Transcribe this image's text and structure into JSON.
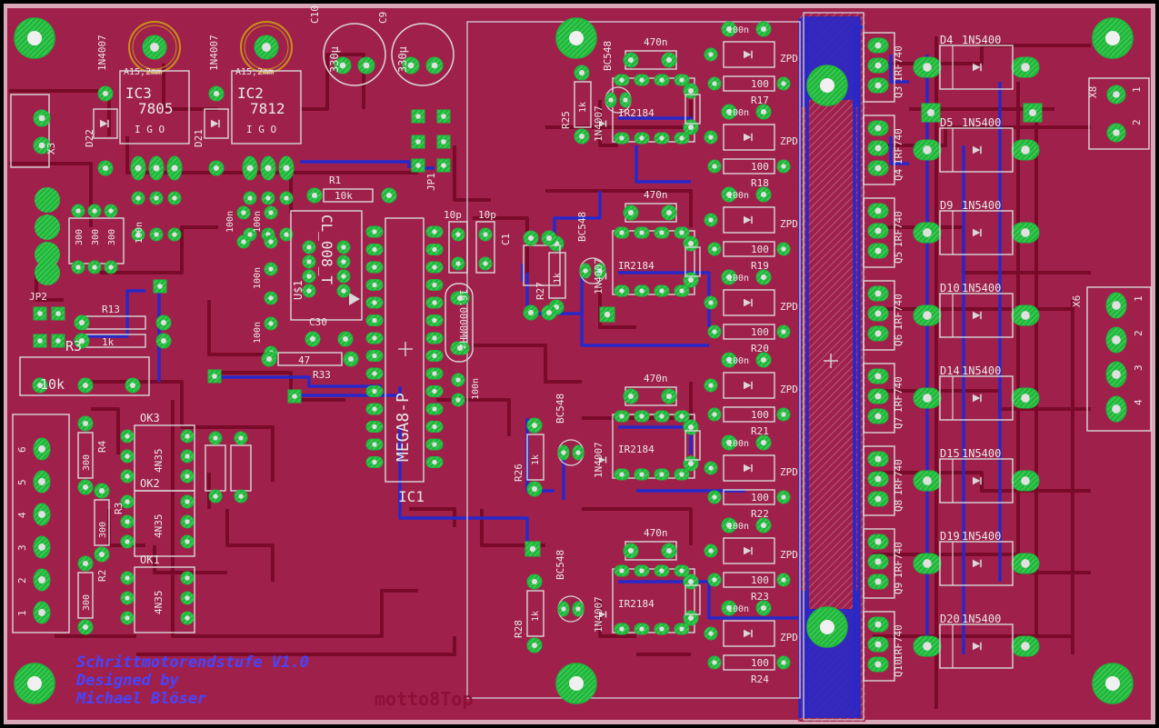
{
  "colors": {
    "board": "#a0204c",
    "outline": "#d8a8b8",
    "pad": "#1fb83a",
    "pad_hole": "#e0e0e0",
    "bottom_trace": "#2828c8",
    "top_trace": "#7a0a2a",
    "silk": "#d8d8d8",
    "hatch": "#b06082",
    "pot_ring": "#c89018"
  },
  "icons": {
    "mounting_hole": "mounting-hole-icon",
    "diode": "diode-icon",
    "potentiometer": "potentiometer-icon",
    "crystal": "crystal-icon"
  },
  "regulators": [
    {
      "ref": "IC3",
      "value": "7805",
      "pot": "A15,2mm",
      "pins": "I  G  O",
      "diode": "1N4007"
    },
    {
      "ref": "IC2",
      "value": "7812",
      "pot": "A15,2mm",
      "pins": "I  G  O",
      "diode": "1N4007"
    }
  ],
  "caps_big": [
    {
      "ref": "C10",
      "value": "330µ"
    },
    {
      "ref": "C9",
      "value": "330µ"
    }
  ],
  "left": {
    "x3": "X3",
    "d22": "D22",
    "d21": "D21",
    "r1": "R1",
    "r1_val": "10k",
    "jp1": "JP1",
    "jp2": "JP2",
    "r3": "R3",
    "r3_val": "10k",
    "r13": "R13",
    "r13_val": "1k",
    "small_r": [
      "300",
      "300",
      "300"
    ],
    "caps_100n": [
      "100n",
      "100n",
      "100n",
      "100n",
      "100n"
    ],
    "us_chip": "U$1",
    "us_val": "CL_008_T",
    "c30": "C30",
    "r33": "R33",
    "r33_val": "47",
    "r_r4": "R4",
    "r_r3": "R3",
    "r_r2": "R2",
    "r_300": "300",
    "x_pins": [
      "6",
      "5",
      "4",
      "3",
      "2",
      "1"
    ],
    "ok": [
      "OK3",
      "OK2",
      "OK1"
    ],
    "ok_val": "4N35"
  },
  "mcu": {
    "ref": "IC1",
    "value": "MEGA8-P",
    "crystal": "16.0000MHz",
    "c_10p": "10p",
    "c1": "C1",
    "c_100n": "100n"
  },
  "channels": [
    {
      "r": "R17",
      "q": "Q3",
      "d": "D4"
    },
    {
      "r": "R18",
      "q": "Q4",
      "d": "D5"
    },
    {
      "r": "R19",
      "q": "Q5",
      "d": "D9"
    },
    {
      "r": "R20",
      "q": "Q6",
      "d": "D10"
    },
    {
      "r": "R21",
      "q": "Q7",
      "d": "D14"
    },
    {
      "r": "R22",
      "q": "Q8",
      "d": "D15"
    },
    {
      "r": "R23",
      "q": "Q9",
      "d": "D19"
    },
    {
      "r": "R24",
      "q": "Q10",
      "d": "D20"
    }
  ],
  "channel_texts": {
    "zpd": "ZPD",
    "r100": "100",
    "c100n": "100n",
    "mosfet": "IRF740",
    "diode": "1N5400"
  },
  "drivers": [
    {
      "r": "R25",
      "bc": "BC548",
      "ir": "IR2184",
      "cap": "470n",
      "d": "1N4007",
      "rk": "1k"
    },
    {
      "r": "R27",
      "bc": "BC548",
      "ir": "IR2184",
      "cap": "470n",
      "d": "1N4007",
      "rk": "1k"
    },
    {
      "r": "R26",
      "bc": "BC548",
      "ir": "IR2184",
      "cap": "470n",
      "d": "1N4007",
      "rk": "1k"
    },
    {
      "r": "R28",
      "bc": "BC548",
      "ir": "IR2184",
      "cap": "470n",
      "d": "1N4007",
      "rk": "1k"
    }
  ],
  "connectors": {
    "x8": "X8",
    "x8_pins": [
      "1",
      "2"
    ],
    "x6": "X6",
    "x6_pins": [
      "1",
      "2",
      "3",
      "4"
    ]
  },
  "credits": {
    "line1": "Schrittmotorendstufe V1.0",
    "line2": "Designed by",
    "line3": "Michael Blöser",
    "logo": "motto8Top"
  }
}
